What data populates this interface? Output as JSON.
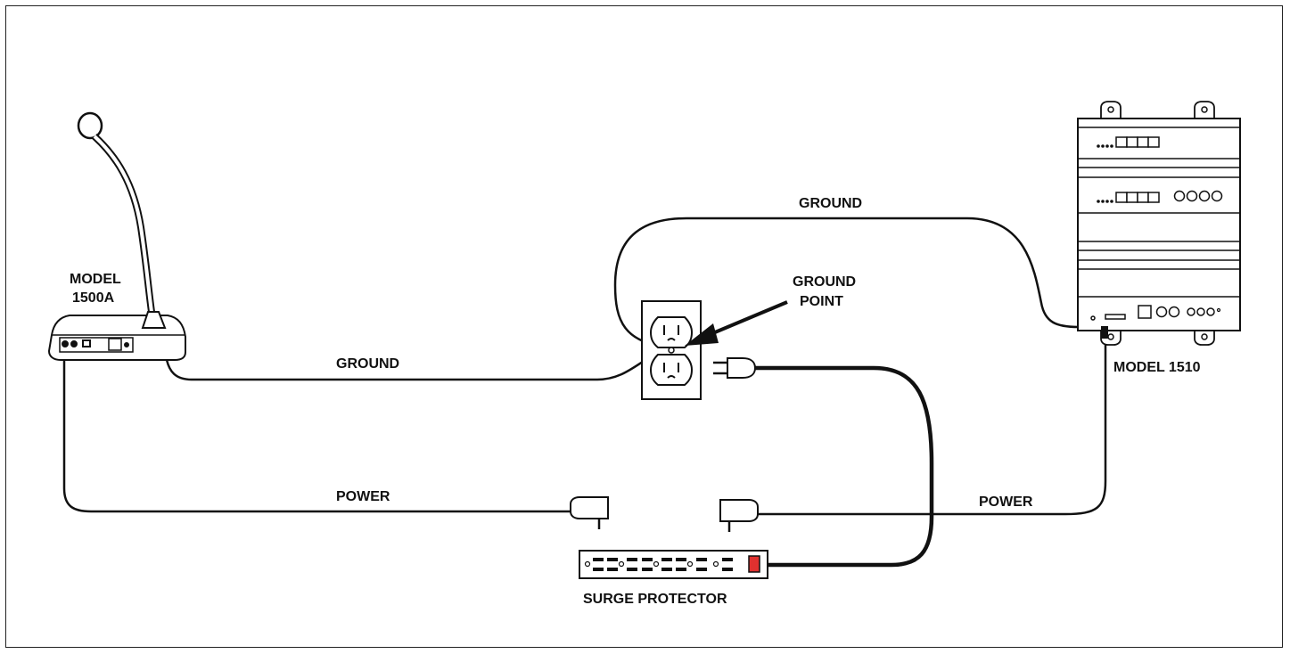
{
  "labels": {
    "mic_model_line1": "MODEL",
    "mic_model_line2": "1500A",
    "amp_model": "MODEL 1510",
    "ground_left": "GROUND",
    "ground_top": "GROUND",
    "ground_point_line1": "GROUND",
    "ground_point_line2": "POINT",
    "power_left": "POWER",
    "power_right": "POWER",
    "surge_protector": "SURGE PROTECTOR"
  },
  "colors": {
    "line": "#111111",
    "switch": "#e0312f"
  }
}
